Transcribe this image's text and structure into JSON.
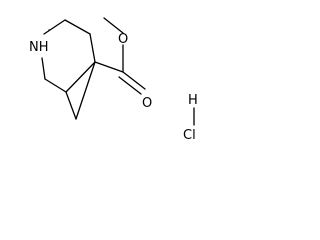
{
  "molecule": {
    "atom_labels": {
      "amine_nitrogen": "NH",
      "ester_ether_oxygen": "O",
      "carbonyl_oxygen": "O",
      "hydrogen_of_hcl": "H",
      "chlorine": "Cl"
    },
    "colors": {
      "bond": "#000000",
      "text": "#000000",
      "background": "#ffffff"
    }
  }
}
